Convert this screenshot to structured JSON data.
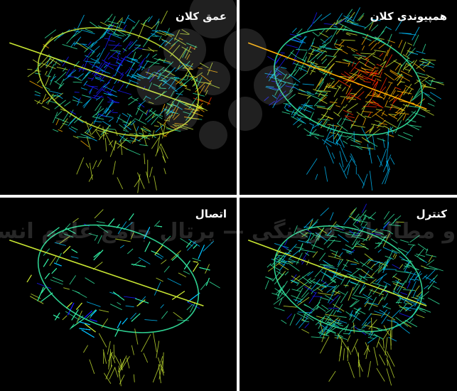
{
  "panels": {
    "top_left": {
      "title": "عمق کلان"
    },
    "top_right": {
      "title": "همپیوندی کلان"
    },
    "bottom_left": {
      "title": "اتصال"
    },
    "bottom_right": {
      "title": "کنترل"
    }
  },
  "watermark": {
    "text": "پژوهشگاه علوم انسانی و مطالعات فرهنگی — پرتال جامع علوم انسانی"
  },
  "colors": {
    "background": "#000000",
    "title_text": "#ffffff",
    "scale": [
      "#1a1aff",
      "#00bfff",
      "#33e6a0",
      "#c8e632",
      "#ffb000",
      "#ff2a00"
    ]
  }
}
